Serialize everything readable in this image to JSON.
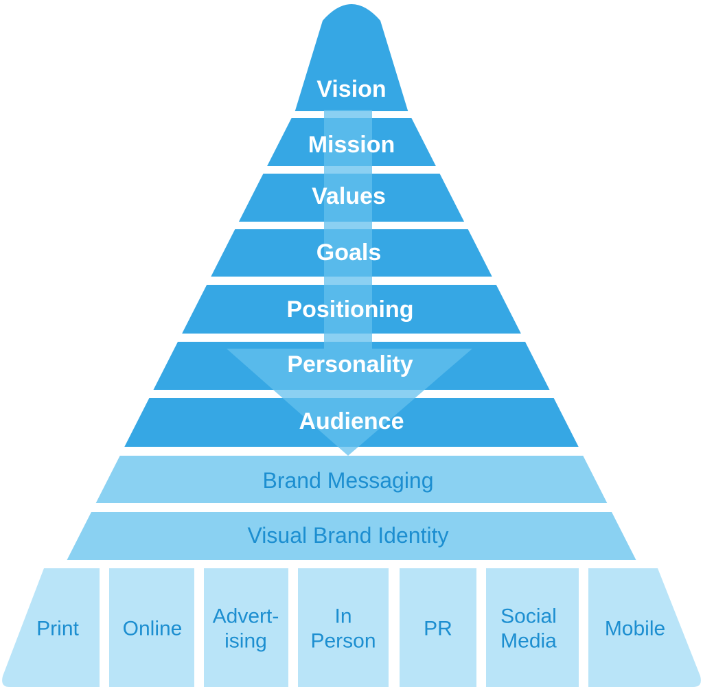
{
  "colors": {
    "upper_fill": "#36a7e4",
    "arrow_fill": "#64c0ee",
    "mid_fill": "#8ad1f2",
    "base_fill": "#b9e4f8",
    "dark_text": "#1c8ed0",
    "light_text": "#ffffff",
    "background": "#ffffff"
  },
  "tiers": [
    "Vision",
    "Mission",
    "Values",
    "Goals",
    "Positioning",
    "Personality",
    "Audience"
  ],
  "mid_bands": [
    "Brand Messaging",
    "Visual Brand Identity"
  ],
  "channels": [
    [
      "Print"
    ],
    [
      "Online"
    ],
    [
      "Advert-",
      "ising"
    ],
    [
      "In",
      "Person"
    ],
    [
      "PR"
    ],
    [
      "Social",
      "Media"
    ],
    [
      "Mobile"
    ]
  ]
}
